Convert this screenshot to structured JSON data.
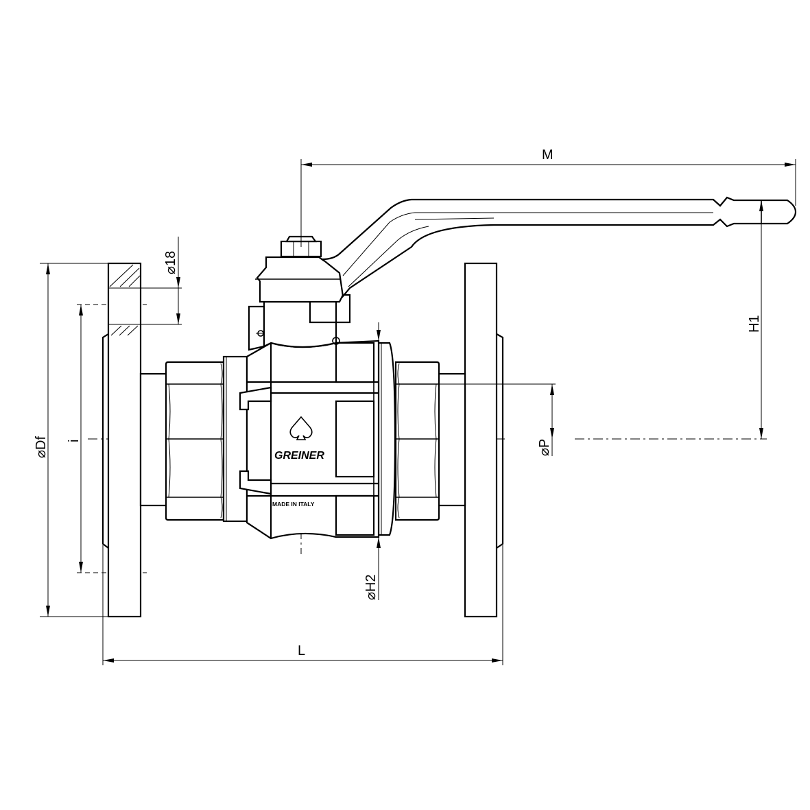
{
  "dimensions": {
    "M": "M",
    "H1": "H1",
    "D18": "⌀18",
    "Df": "⌀Df",
    "i": "i",
    "P": "⌀P",
    "H2": "⌀H2",
    "L": "L"
  },
  "markings": {
    "brand": "GREINER",
    "origin": "MADE IN ITALY"
  }
}
